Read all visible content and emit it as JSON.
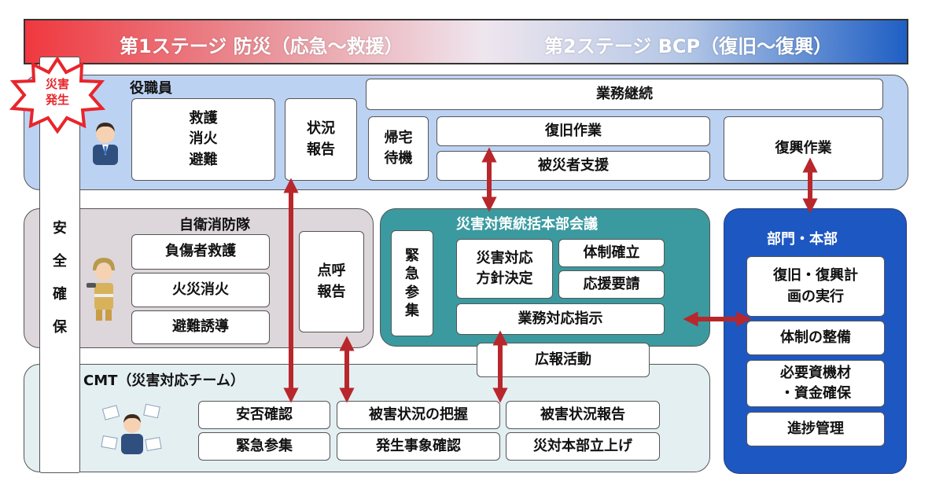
{
  "banner": {
    "stage1": "第1ステージ 防災（応急～救援）",
    "stage2": "第2ステージ BCP（復旧～復興）"
  },
  "disaster_badge": {
    "line1": "災害",
    "line2": "発生"
  },
  "safety_column": {
    "chars": [
      "安",
      "全",
      "確",
      "保"
    ]
  },
  "staff": {
    "label": "役職員",
    "rescue": "救護\n消火\n避難",
    "status_report": "状況\n報告",
    "business_continuity": "業務継続",
    "standby": "帰宅\n待機",
    "recovery_work": "復旧作業",
    "victim_support": "被災者支援",
    "reconstruction_work": "復興作業"
  },
  "fire_brigade": {
    "label": "自衛消防隊",
    "first_aid": "負傷者救護",
    "fire_fighting": "火災消火",
    "evacuation": "避難誘導",
    "roll_call": "点呼\n報告"
  },
  "hq_meeting": {
    "label": "災害対策統括本部会議",
    "emergency_assembly": "緊\n急\n参\n集",
    "policy": "災害対応\n方針決定",
    "system_setup": "体制確立",
    "support_request": "応援要請",
    "instructions": "業務対応指示",
    "pr": "広報活動"
  },
  "dept": {
    "label": "部門・本部",
    "plan": "復旧・復興計\n画の実行",
    "system": "体制の整備",
    "resources": "必要資機材\n・資金確保",
    "progress": "進捗管理"
  },
  "cmt": {
    "label": "CMT（災害対応チーム）",
    "safety_check": "安否確認",
    "damage_grasp": "被害状況の把握",
    "damage_report": "被害状況報告",
    "emergency_assembly": "緊急参集",
    "event_check": "発生事象確認",
    "hq_setup": "災対本部立上げ"
  },
  "colors": {
    "staff_panel": "#bcd2f2",
    "fire_panel": "#ddd6da",
    "hq_panel": "#3a9aa0",
    "dept_panel": "#1d57c2",
    "cmt_panel": "#e4eff2",
    "arrow": "#b8272c",
    "badge": "#e8252b"
  }
}
